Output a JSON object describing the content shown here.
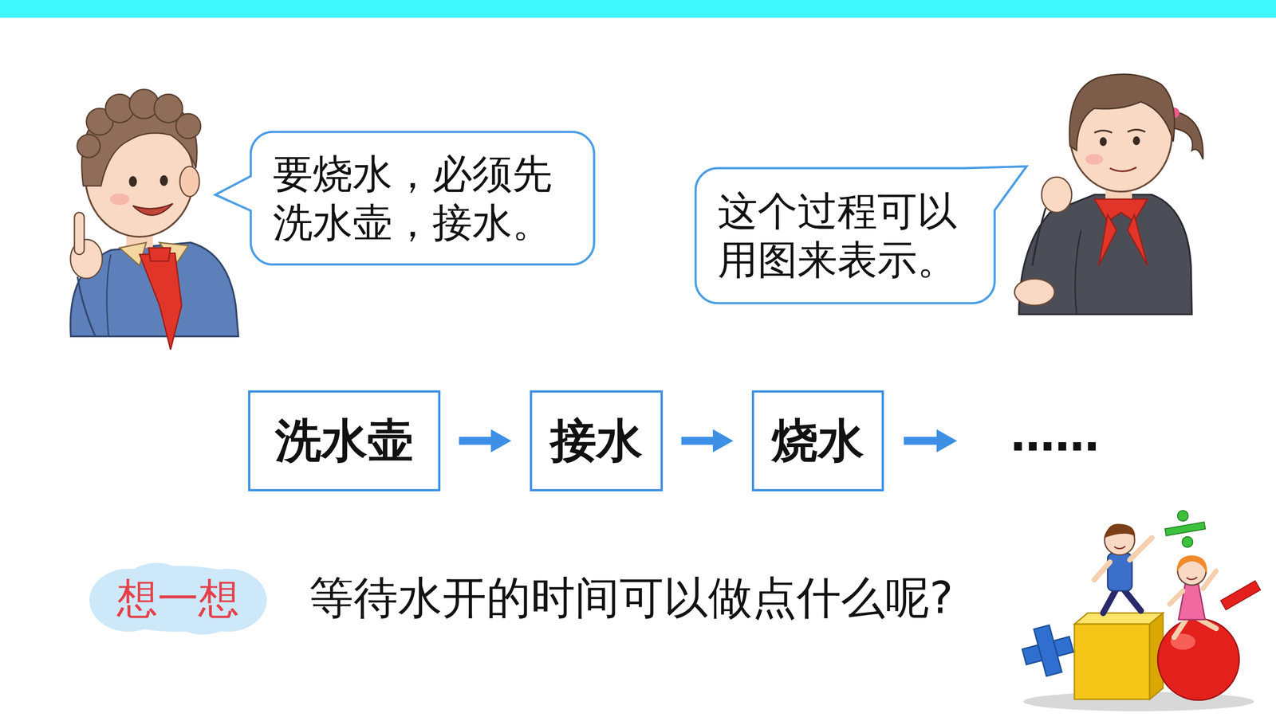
{
  "diagram": {
    "nodes": [
      {
        "text": [
          "要烧水，必须先 洗水壶，接水。"
        ]
      },
      {
        "text": [
          "这个过程可以 用图来表示。"
        ]
      },
      {
        "text": [
          "洗水壶"
        ]
      },
      {
        "text": [
          "接水"
        ]
      },
      {
        "text": [
          "烧水"
        ]
      },
      {
        "text": [
          "想一想"
        ]
      }
    ],
    "edges": [
      {
        "from": 2,
        "to": 3,
        "arrow": "to"
      },
      {
        "from": 3,
        "to": 4,
        "arrow": "to"
      }
    ],
    "labels": [
      "……",
      "等待水开的时间可以做点什么呢?"
    ]
  }
}
